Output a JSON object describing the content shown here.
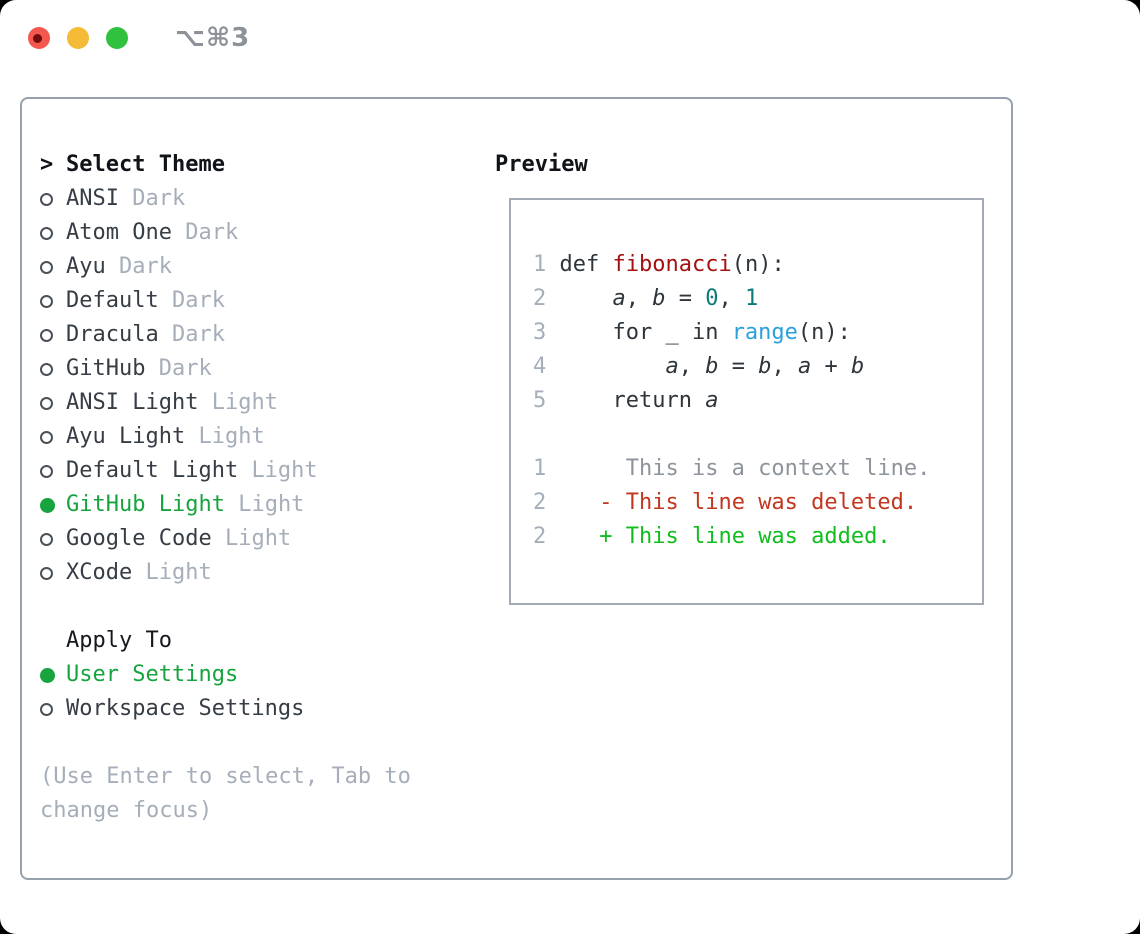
{
  "window": {
    "shortcut_title": "⌥⌘3",
    "traffic_lights": [
      "close",
      "minimize",
      "zoom"
    ]
  },
  "theme_panel": {
    "header_marker": ">",
    "header": "Select Theme",
    "themes": [
      {
        "name": "ANSI",
        "tag": "Dark",
        "selected": false
      },
      {
        "name": "Atom One",
        "tag": "Dark",
        "selected": false
      },
      {
        "name": "Ayu",
        "tag": "Dark",
        "selected": false
      },
      {
        "name": "Default",
        "tag": "Dark",
        "selected": false
      },
      {
        "name": "Dracula",
        "tag": "Dark",
        "selected": false
      },
      {
        "name": "GitHub",
        "tag": "Dark",
        "selected": false
      },
      {
        "name": "ANSI Light",
        "tag": "Light",
        "selected": false
      },
      {
        "name": "Ayu Light",
        "tag": "Light",
        "selected": false
      },
      {
        "name": "Default Light",
        "tag": "Light",
        "selected": false
      },
      {
        "name": "GitHub Light",
        "tag": "Light",
        "selected": true
      },
      {
        "name": "Google Code",
        "tag": "Light",
        "selected": false
      },
      {
        "name": "XCode",
        "tag": "Light",
        "selected": false
      }
    ],
    "apply_to": {
      "header": "Apply To",
      "options": [
        {
          "label": "User Settings",
          "selected": true
        },
        {
          "label": "Workspace Settings",
          "selected": false
        }
      ]
    },
    "help_text": "(Use Enter to select, Tab to change focus)"
  },
  "preview": {
    "header": "Preview",
    "code_lines": [
      {
        "num": "1",
        "tokens": [
          {
            "t": "def ",
            "c": "p"
          },
          {
            "t": "fibonacci",
            "c": "fn"
          },
          {
            "t": "(n):",
            "c": "p"
          }
        ]
      },
      {
        "num": "2",
        "tokens": [
          {
            "t": "    ",
            "c": "p"
          },
          {
            "t": "a",
            "c": "v"
          },
          {
            "t": ", ",
            "c": "p"
          },
          {
            "t": "b",
            "c": "v"
          },
          {
            "t": " = ",
            "c": "p"
          },
          {
            "t": "0",
            "c": "num"
          },
          {
            "t": ", ",
            "c": "p"
          },
          {
            "t": "1",
            "c": "num"
          }
        ]
      },
      {
        "num": "3",
        "tokens": [
          {
            "t": "    for _ in ",
            "c": "p"
          },
          {
            "t": "range",
            "c": "bi"
          },
          {
            "t": "(n):",
            "c": "p"
          }
        ]
      },
      {
        "num": "4",
        "tokens": [
          {
            "t": "        ",
            "c": "p"
          },
          {
            "t": "a",
            "c": "v"
          },
          {
            "t": ", ",
            "c": "p"
          },
          {
            "t": "b",
            "c": "v"
          },
          {
            "t": " = ",
            "c": "p"
          },
          {
            "t": "b",
            "c": "v"
          },
          {
            "t": ", ",
            "c": "p"
          },
          {
            "t": "a",
            "c": "v"
          },
          {
            "t": " + ",
            "c": "p"
          },
          {
            "t": "b",
            "c": "v"
          }
        ]
      },
      {
        "num": "5",
        "tokens": [
          {
            "t": "    return ",
            "c": "p"
          },
          {
            "t": "a",
            "c": "v"
          }
        ]
      }
    ],
    "diff_lines": [
      {
        "num": "1",
        "tokens": [
          {
            "t": "     This is a context line.",
            "c": "ctx"
          }
        ]
      },
      {
        "num": "2",
        "tokens": [
          {
            "t": "   ",
            "c": "p"
          },
          {
            "t": "- This line was deleted.",
            "c": "del"
          }
        ]
      },
      {
        "num": "2",
        "tokens": [
          {
            "t": "   ",
            "c": "p"
          },
          {
            "t": "+ This line was added.",
            "c": "add"
          }
        ]
      }
    ]
  },
  "colors": {
    "selected_green": "#17a43f",
    "diff_added_green": "#12bd1f",
    "diff_deleted_red": "#c2371f",
    "diff_context_gray": "#8d949b",
    "function_red": "#a31111",
    "number_teal": "#0d7a77",
    "builtin_blue": "#2aa1d9",
    "muted_gray": "#a5aeb9",
    "text_dark": "#363d44",
    "panel_border": "#97a1ad",
    "traffic_red": "#f4574e",
    "traffic_yellow": "#f6bb36",
    "traffic_green": "#30c13e"
  }
}
